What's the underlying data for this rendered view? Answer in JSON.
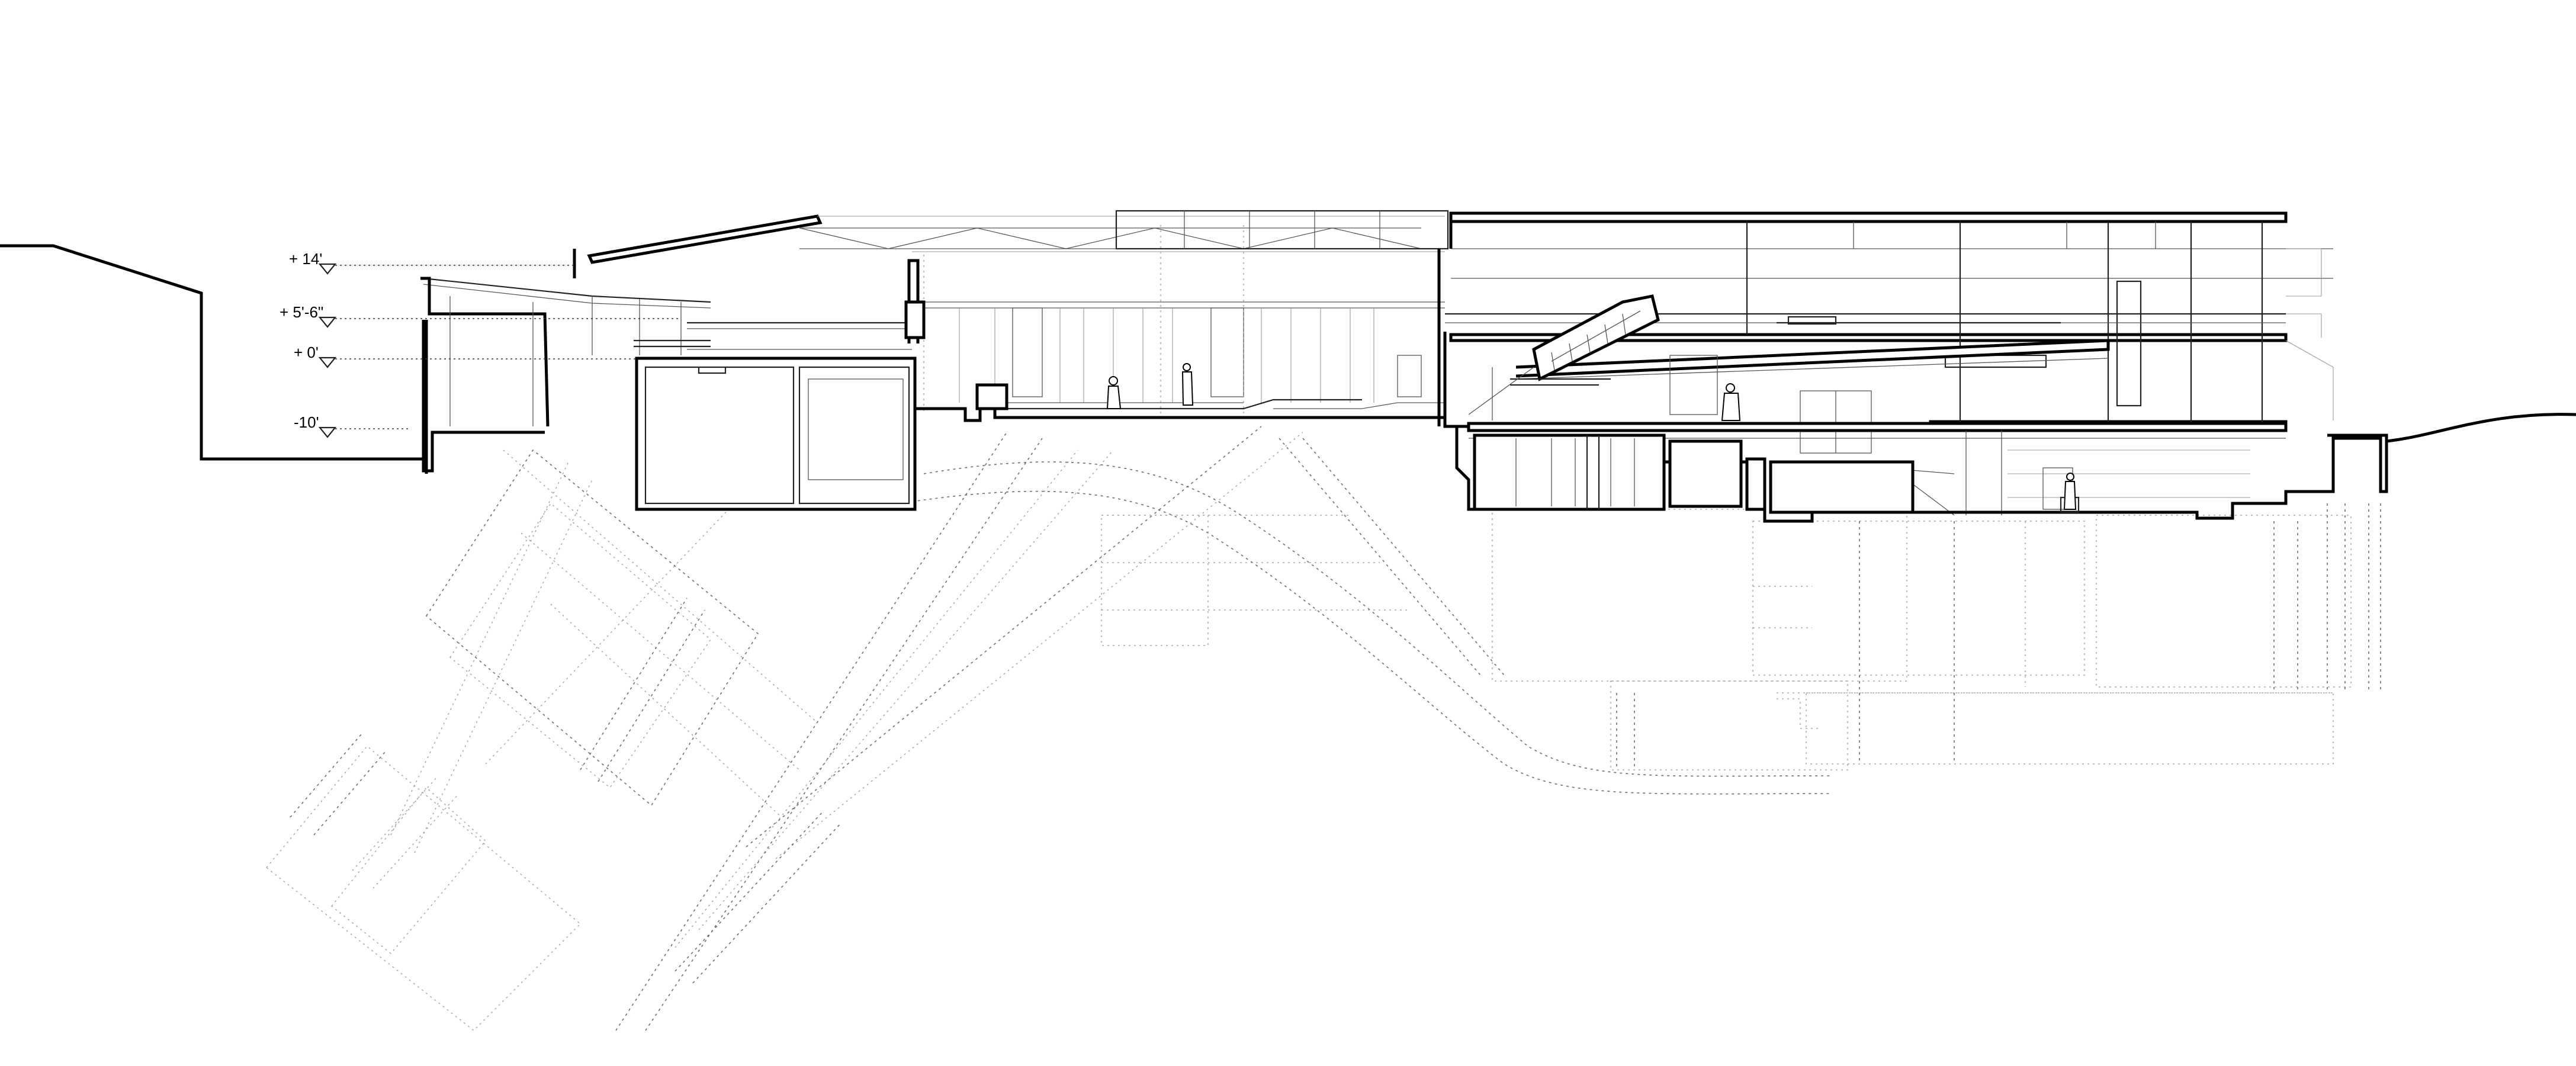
{
  "levels": [
    {
      "label": "+ 14'"
    },
    {
      "label": "+ 5'-6\""
    },
    {
      "label": "+ 0'"
    },
    {
      "label": "-10'"
    }
  ],
  "colors": {
    "ink": "#000000",
    "secondary": "#555555",
    "faint": "#9a9a9a",
    "background": "#ffffff"
  }
}
